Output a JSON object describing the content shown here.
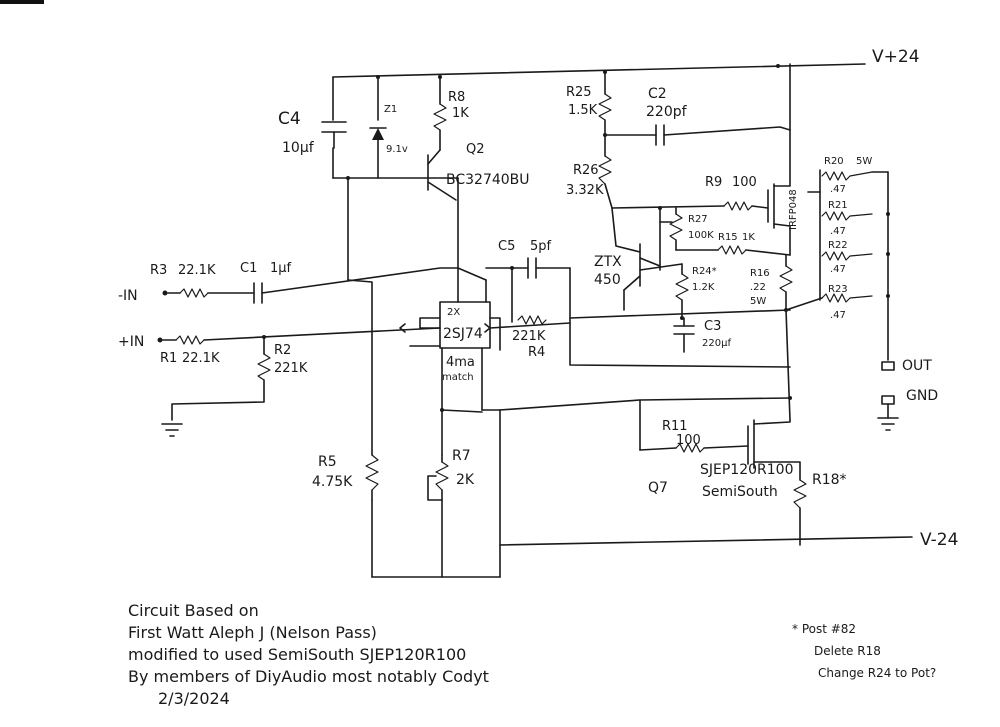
{
  "rails": {
    "positive": "V+24",
    "negative": "V-24"
  },
  "io": {
    "minus_in": "-IN",
    "plus_in": "+IN",
    "out": "OUT",
    "gnd": "GND"
  },
  "parts": {
    "c4": {
      "ref": "C4",
      "value": "10μf"
    },
    "z1": {
      "ref": "Z1",
      "value": "9.1v"
    },
    "r8": {
      "ref": "R8",
      "value": "1K"
    },
    "q2": {
      "ref": "Q2",
      "value": "BC32740BU"
    },
    "r3": {
      "ref": "R3",
      "value": "22.1K"
    },
    "c1": {
      "ref": "C1",
      "value": "1μf"
    },
    "r1": {
      "ref": "R1",
      "value": "22.1K"
    },
    "r2": {
      "ref": "R2",
      "value": "221K"
    },
    "jfet": {
      "ref": "2X",
      "value": "2SJ74",
      "note_1": "4ma",
      "note_2": "match"
    },
    "r4": {
      "ref": "R4",
      "value": "221K"
    },
    "c5": {
      "ref": "C5",
      "value": "5pf"
    },
    "r5": {
      "ref": "R5",
      "value": "4.75K"
    },
    "r7": {
      "ref": "R7",
      "value": "2K"
    },
    "r25": {
      "ref": "R25",
      "value": "1.5K"
    },
    "c2": {
      "ref": "C2",
      "value": "220pf"
    },
    "r26": {
      "ref": "R26",
      "value": "3.32K"
    },
    "r9": {
      "ref": "R9",
      "value": "100"
    },
    "q1": {
      "value": "IRFP048"
    },
    "r27": {
      "ref": "R27",
      "value": "100K"
    },
    "r15": {
      "ref": "R15",
      "value": "1K"
    },
    "ztx": {
      "ref": "ZTX",
      "value": "450"
    },
    "r24": {
      "ref": "R24*",
      "value": "1.2K"
    },
    "r16": {
      "ref": "R16",
      "value": ".22",
      "power": "5W"
    },
    "c3": {
      "ref": "C3",
      "value": "220μf"
    },
    "r20": {
      "ref": "R20",
      "value": ".47",
      "power": "5W"
    },
    "r21": {
      "ref": "R21",
      "value": ".47"
    },
    "r22": {
      "ref": "R22",
      "value": ".47"
    },
    "r23": {
      "ref": "R23",
      "value": ".47"
    },
    "r11": {
      "ref": "R11",
      "value": "100"
    },
    "q7": {
      "ref": "Q7",
      "value": "SJEP120R100",
      "maker": "SemiSouth"
    },
    "r18": {
      "ref": "R18*"
    }
  },
  "notes": {
    "credits": [
      "Circuit Based on",
      "First Watt Aleph J (Nelson Pass)",
      "modified to used SemiSouth SJEP120R100",
      "By members of DiyAudio most notably Codyt",
      "2/3/2024"
    ],
    "post": [
      "* Post #82",
      "Delete R18",
      "Change R24 to Pot?"
    ]
  }
}
